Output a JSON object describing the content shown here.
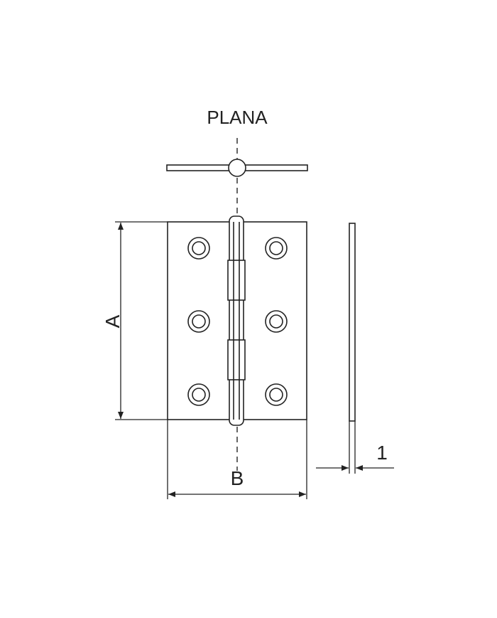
{
  "labels": {
    "top_view": "PLANA",
    "dimension_height": "A",
    "dimension_width": "B",
    "dimension_thickness": "1"
  },
  "colors": {
    "stroke": "#222222",
    "background": "#ffffff"
  }
}
